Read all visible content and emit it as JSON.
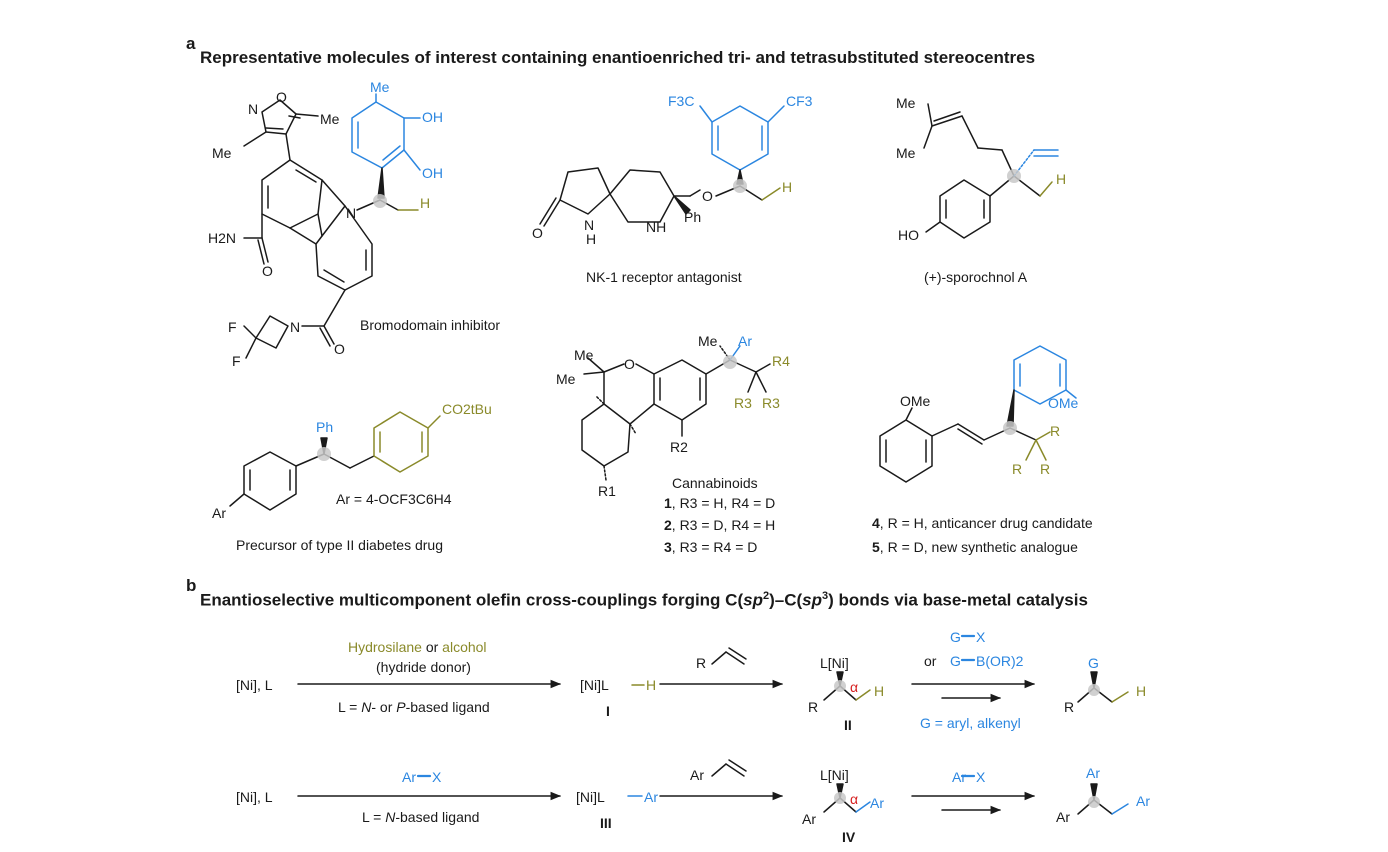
{
  "panel_a": {
    "letter": "a",
    "title": "Representative molecules of interest containing enantioenriched tri- and tetrasubstituted stereocentres",
    "molecules": {
      "bromodomain": {
        "caption": "Bromodomain inhibitor",
        "labels": {
          "me_top": "Me",
          "oh1": "OH",
          "oh2": "OH",
          "n_ox": "N",
          "o_ox": "O",
          "me_ox_r": "Me",
          "me_ox_l": "Me",
          "n_ring": "N",
          "h": "H",
          "amide_n": "H2N",
          "amide_o": "O",
          "azet_n": "N",
          "f1": "F",
          "f2": "F",
          "carbonyl_o": "O"
        }
      },
      "nk1": {
        "caption": "NK-1 receptor antagonist",
        "labels": {
          "cf3_l": "F3C",
          "cf3_r": "CF3",
          "o_ether": "O",
          "h": "H",
          "ph": "Ph",
          "nh": "NH",
          "n_lactam": "N",
          "h_lactam": "H",
          "o_lactam": "O"
        }
      },
      "sporochnol": {
        "caption": "(+)-sporochnol A",
        "labels": {
          "me1": "Me",
          "me2": "Me",
          "h": "H",
          "ho": "HO"
        }
      },
      "diabetes": {
        "caption": "Precursor of type II diabetes drug",
        "labels": {
          "ph": "Ph",
          "ester": "CO2tBu",
          "ar": "Ar",
          "ar_def": "Ar = 4-OCF3C6H4"
        }
      },
      "cannabinoids": {
        "caption": "Cannabinoids",
        "labels": {
          "me1": "Me",
          "me2": "Me",
          "o": "O",
          "me3": "Me",
          "ar": "Ar",
          "r4": "R4",
          "r3a": "R3",
          "r3b": "R3",
          "r2": "R2",
          "r1": "R1"
        },
        "variants": [
          {
            "num": "1",
            "text": ", R3 = H, R4 = D"
          },
          {
            "num": "2",
            "text": ", R3 = D, R4 = H"
          },
          {
            "num": "3",
            "text": ", R3 = R4 = D"
          }
        ]
      },
      "anticancer": {
        "labels": {
          "ome1": "OMe",
          "ome2": "OMe",
          "r1": "R",
          "r2": "R",
          "r3": "R"
        },
        "variants": [
          {
            "num": "4",
            "text": ", R = H, anticancer drug candidate"
          },
          {
            "num": "5",
            "text": ", R = D, new synthetic analogue"
          }
        ]
      }
    }
  },
  "panel_b": {
    "letter": "b",
    "title_pre": "Enantioselective multicomponent olefin cross-couplings forging C(",
    "title_sp2": "sp",
    "title_mid": ")–C(",
    "title_sp3": "sp",
    "title_post": ") bonds via base-metal catalysis",
    "row1": {
      "start": "[Ni], L",
      "above_1": "Hydrosilane",
      "above_or": " or ",
      "above_2": "alcohol",
      "above_sub": "(hydride donor)",
      "below_pre": "L = ",
      "below_n": "N",
      "below_mid": "- or ",
      "below_p": "P",
      "below_post": "-based ligand",
      "int1": "[Ni]L",
      "int1_h": "H",
      "int1_label": "I",
      "olefin_r": "R",
      "int2_ni": "L[Ni]",
      "int2_alpha": "α",
      "int2_h": "H",
      "int2_r": "R",
      "int2_label": "II",
      "reagent_1": "G",
      "reagent_1b": "X",
      "reagent_or": "or",
      "reagent_2": "G",
      "reagent_2b": "B(OR)2",
      "below2": "G = aryl, alkenyl",
      "prod_g": "G",
      "prod_r": "R",
      "prod_h": "H"
    },
    "row2": {
      "start": "[Ni], L",
      "above_1": "Ar",
      "above_1b": "X",
      "below_pre": "L = ",
      "below_n": "N",
      "below_post": "-based ligand",
      "int3": "[Ni]L",
      "int3_ar": "Ar",
      "int3_label": "III",
      "olefin_ar": "Ar",
      "int4_ni": "L[Ni]",
      "int4_alpha": "α",
      "int4_ar1": "Ar",
      "int4_ar2": "Ar",
      "int4_label": "IV",
      "reagent_1": "Ar",
      "reagent_1b": "X",
      "prod_ar_top": "Ar",
      "prod_ar_left": "Ar",
      "prod_ar_right": "Ar"
    }
  },
  "colors": {
    "blue": "#2b86e0",
    "olive": "#8a8a2a",
    "red": "#d62020",
    "black": "#1a1a1a",
    "grey": "#c8c8c8"
  }
}
